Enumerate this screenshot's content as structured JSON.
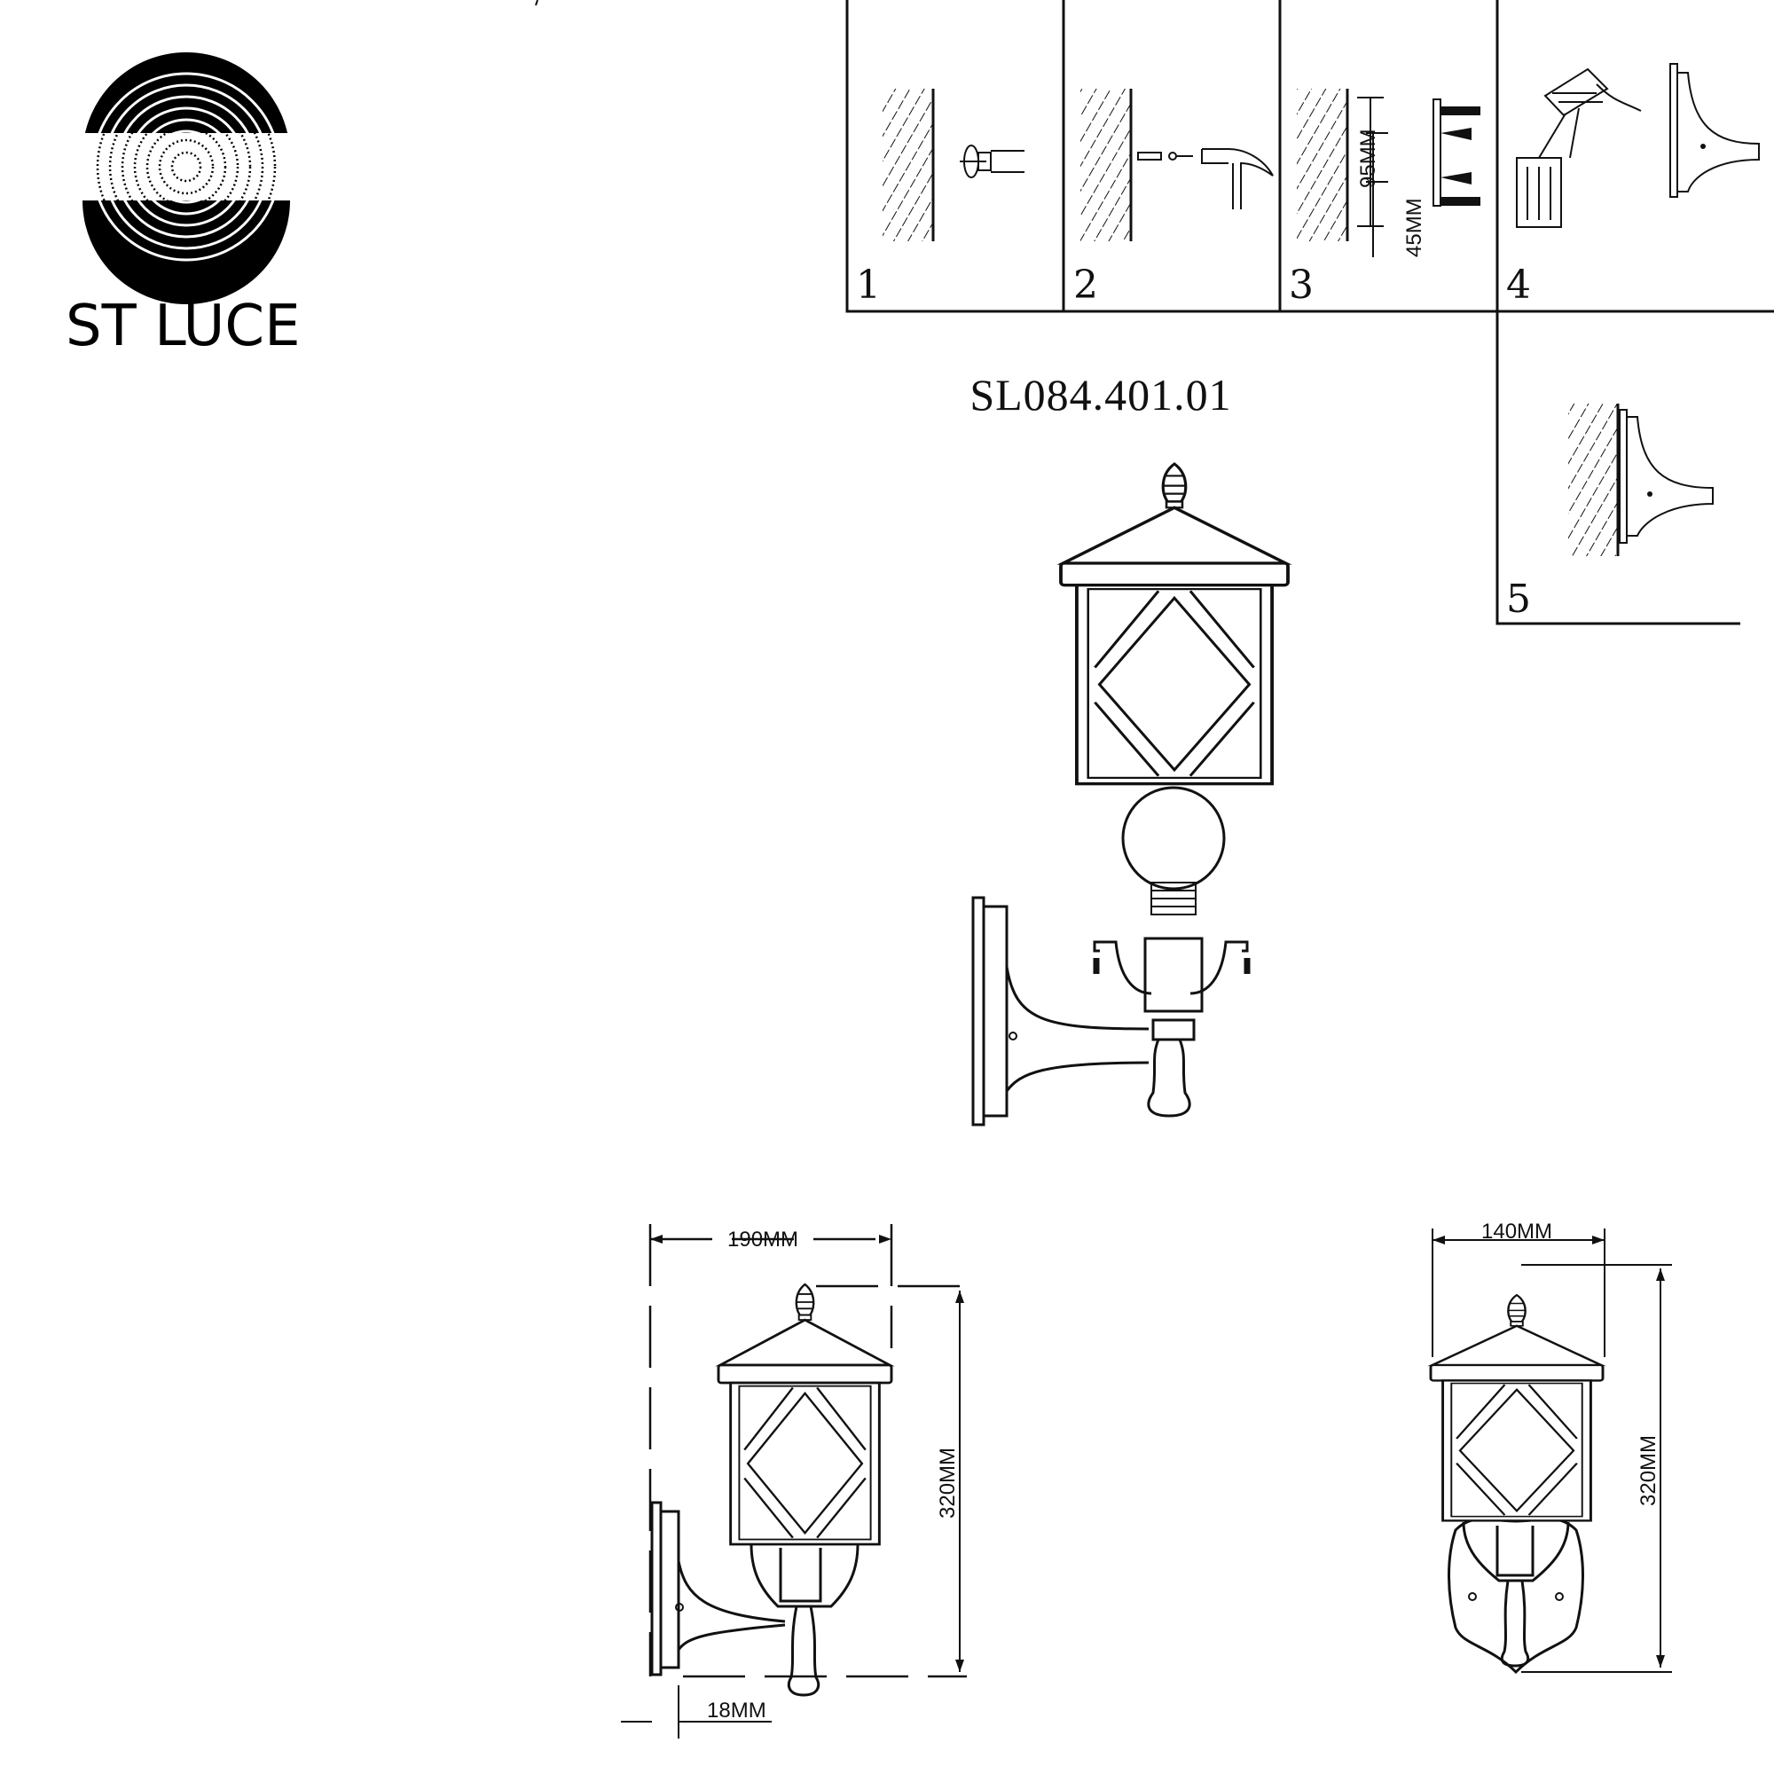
{
  "brand": {
    "name": "ST LUCE"
  },
  "model": "SL084.401.01",
  "steps": [
    {
      "number": "1",
      "icon": "drill-icon"
    },
    {
      "number": "2",
      "icon": "hammer-anchor-icon"
    },
    {
      "number": "3",
      "icon": "screws-bracket-icon",
      "dims": [
        "95MM",
        "45MM"
      ]
    },
    {
      "number": "4",
      "icon": "wiring-terminal-icon"
    },
    {
      "number": "5",
      "icon": "mounted-bracket-icon"
    }
  ],
  "side_view": {
    "width": "190MM",
    "height": "320MM",
    "depth": "18MM"
  },
  "front_view": {
    "width": "140MM",
    "height": "320MM"
  }
}
